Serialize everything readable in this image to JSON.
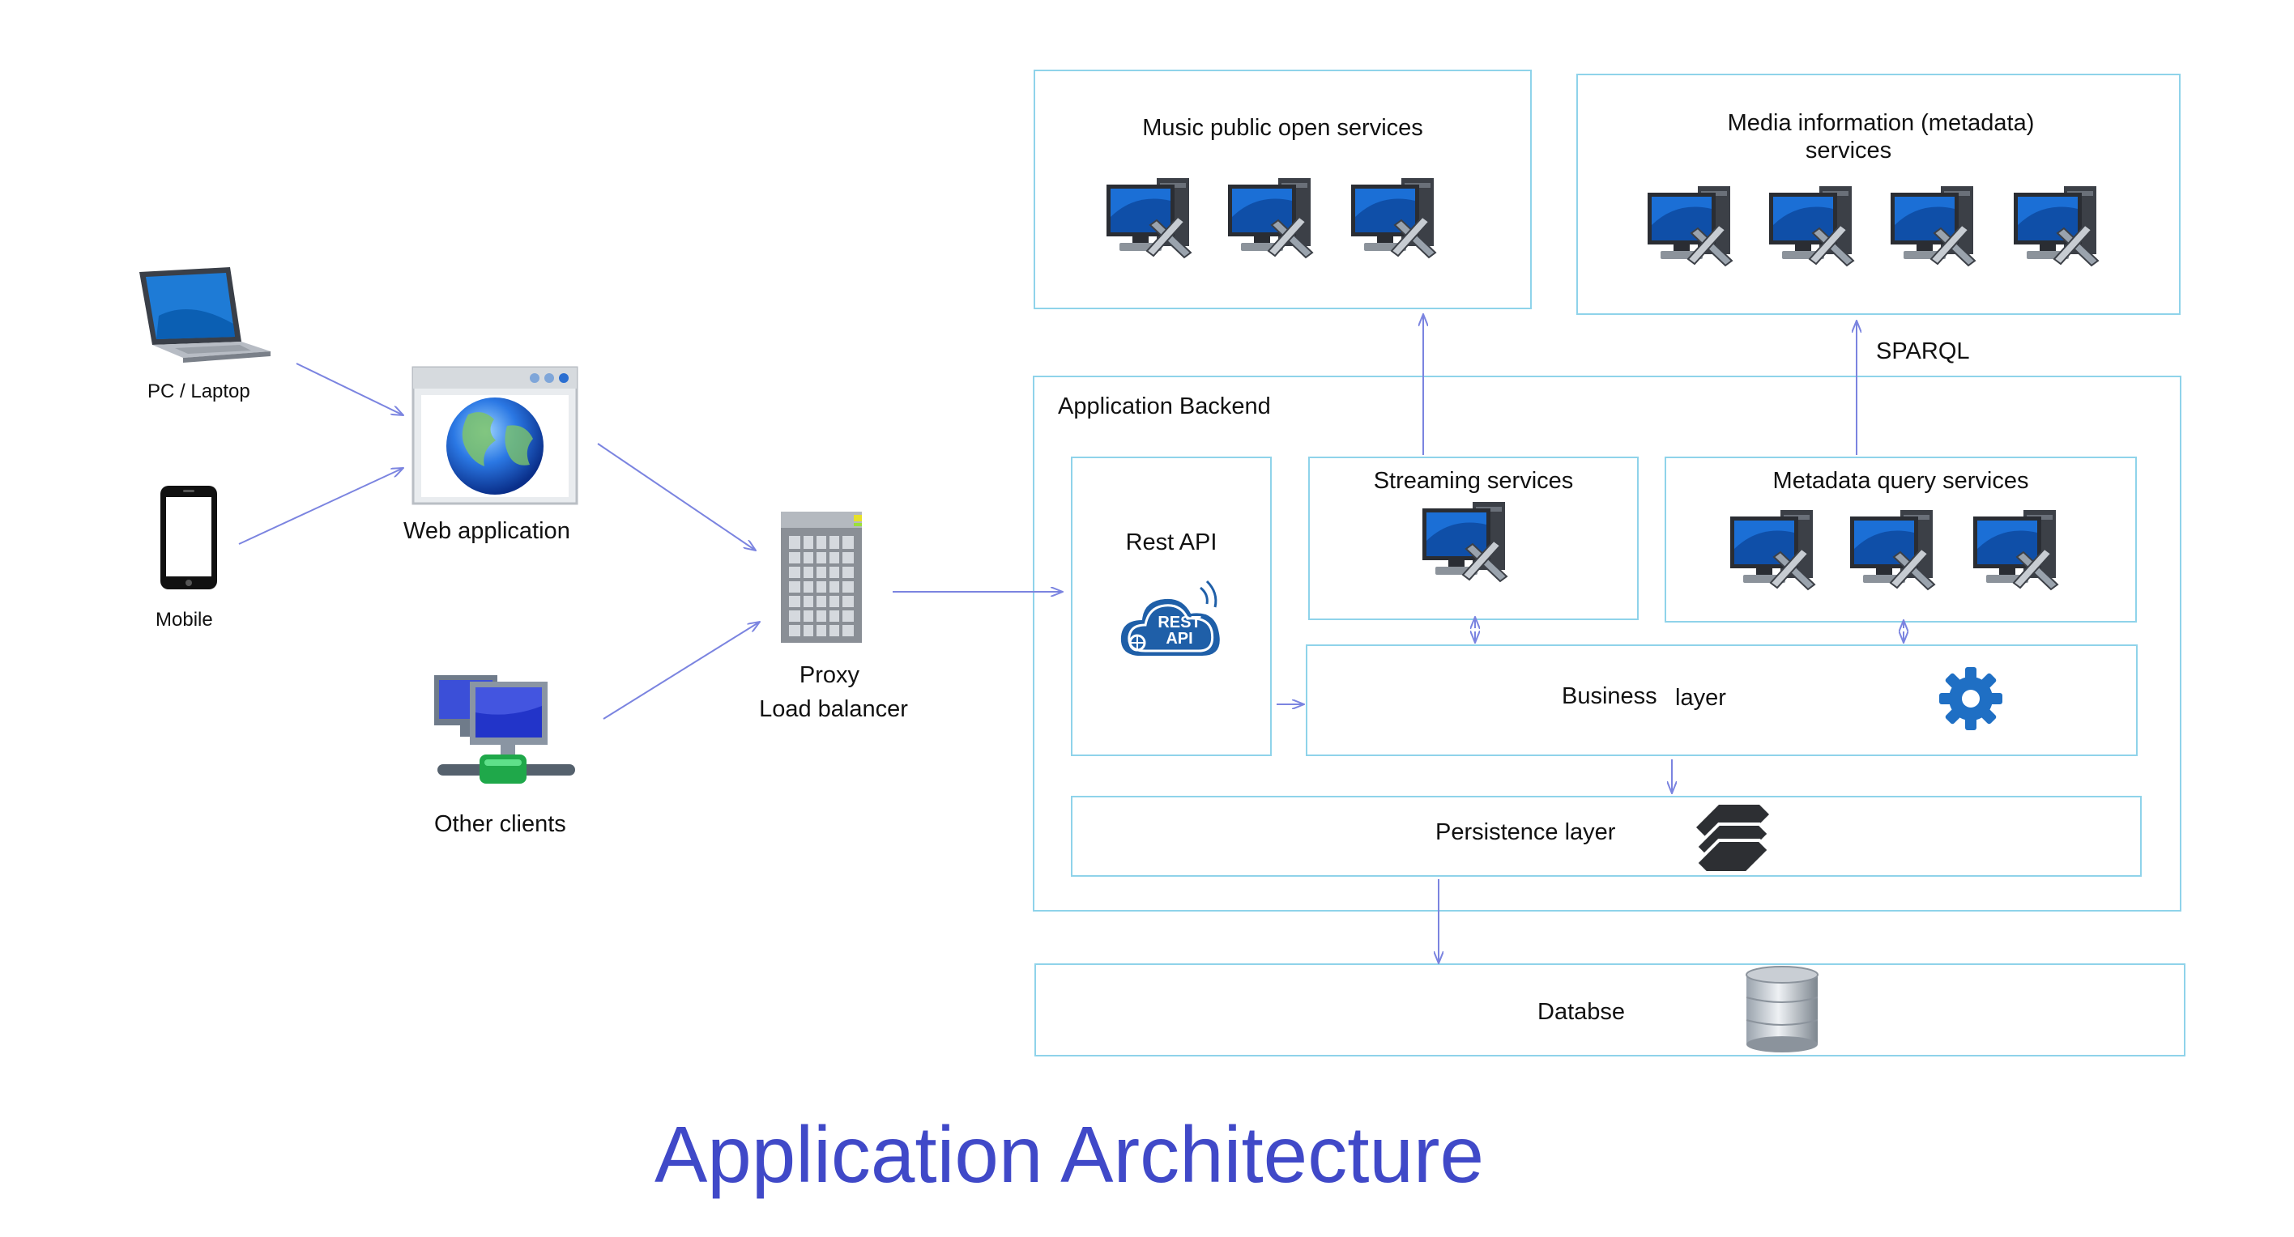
{
  "title": "Application Architecture",
  "clients": {
    "pc_laptop": "PC / Laptop",
    "mobile": "Mobile",
    "web_application": "Web application",
    "other_clients": "Other clients",
    "proxy": "Proxy",
    "load_balancer": "Load balancer"
  },
  "services": {
    "music_public": "Music public open services",
    "media_info_line1": "Media information (metadata)",
    "media_info_line2": "services",
    "sparql": "SPARQL"
  },
  "backend": {
    "title": "Application Backend",
    "rest_api": "Rest API",
    "rest_badge_line1": "REST",
    "rest_badge_line2": "API",
    "streaming": "Streaming services",
    "metadata_query": "Metadata query services",
    "business_a": "Business",
    "business_b": "layer",
    "persistence": "Persistence layer"
  },
  "database": "Databse",
  "colors": {
    "box_border": "#8fd3ea",
    "arrow": "#7b84e0",
    "title": "#4049c8",
    "gear": "#1f6fc4"
  }
}
